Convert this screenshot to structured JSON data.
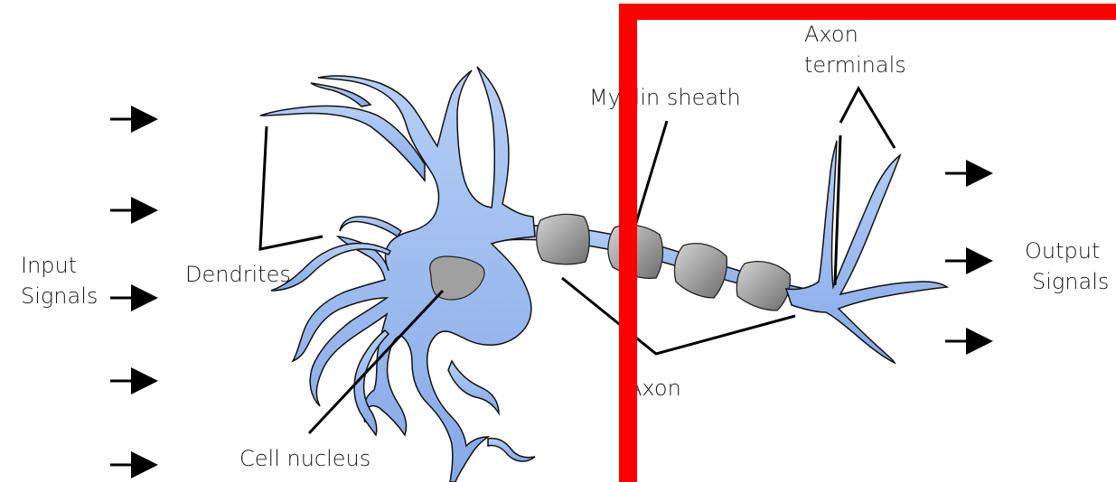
{
  "labels": {
    "input_signals": [
      "Input",
      "Signals"
    ],
    "output_signals": [
      "Output",
      "Signals"
    ],
    "dendrites": "Dendrites",
    "cell_nucleus": "Cell nucleus",
    "axon": "Axon",
    "myelin_sheath": "Myelin sheath",
    "axon_terminals": [
      "Axon",
      "terminals"
    ]
  },
  "colors": {
    "neuron_fill": "#a4c2f4",
    "neuron_fill_dark": "#7aa3e5",
    "myelin": "#9a9a9a",
    "nucleus": "#a0a0a0",
    "highlight_box": "#ff0000",
    "stroke": "#111111"
  },
  "annotation": {
    "type": "red-rectangle-highlight"
  }
}
